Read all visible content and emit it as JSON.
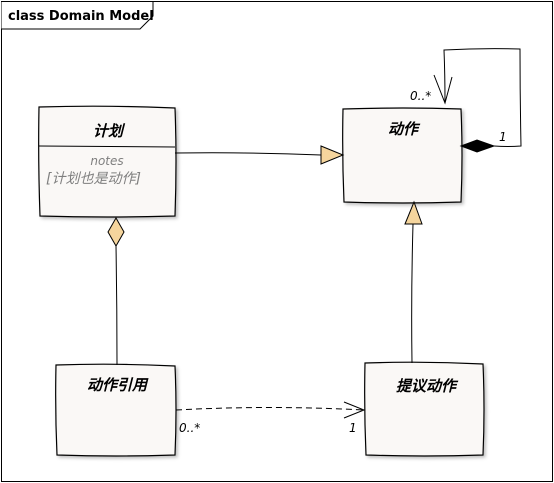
{
  "diagram": {
    "frame_title": "class Domain Model",
    "classes": {
      "plan": {
        "name": "计划",
        "notes_label": "notes",
        "notes_text": "[计划也是动作]"
      },
      "action": {
        "name": "动作"
      },
      "action_ref": {
        "name": "动作引用"
      },
      "proposed_action": {
        "name": "提议动作"
      }
    },
    "multiplicities": {
      "action_self_many": "0..*",
      "action_self_one": "1",
      "ref_many": "0..*",
      "proposed_one": "1"
    },
    "colors": {
      "class_fill": "#faf8f6",
      "arrow_fill": "#f5d59d",
      "line": "#000000",
      "frame_tab": "#ffffff"
    }
  }
}
